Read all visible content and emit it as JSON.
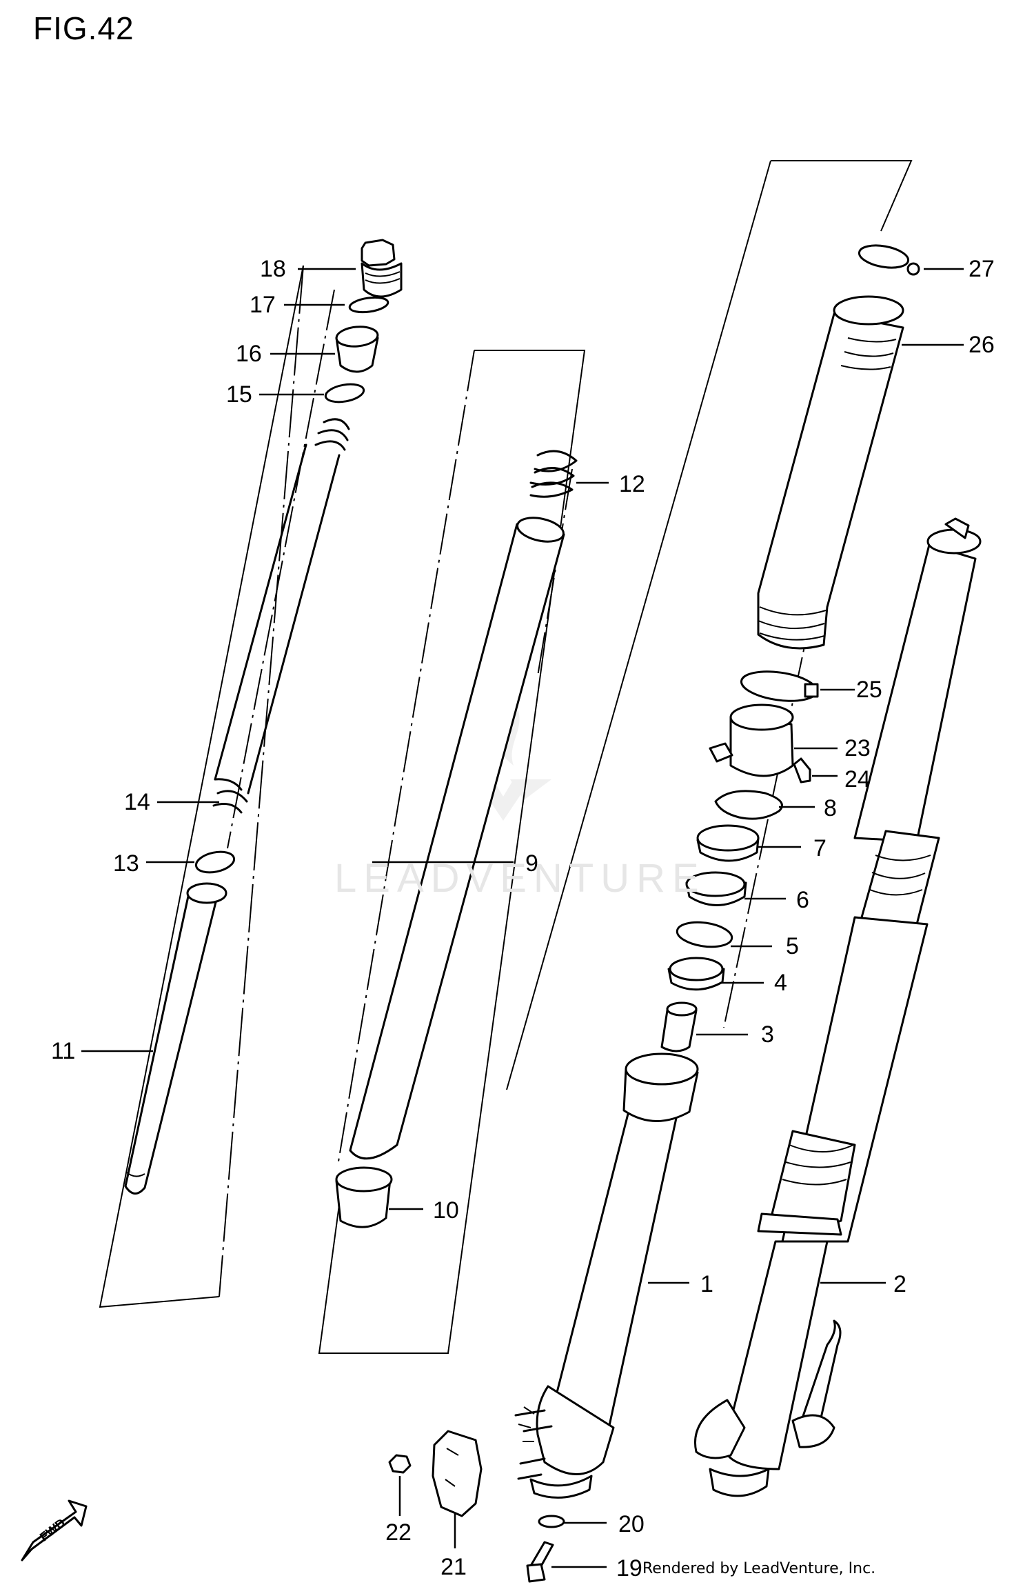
{
  "figure": {
    "title": "FIG.42",
    "footer": "Rendered by LeadVenture, Inc.",
    "watermark": "LEADVENTURE",
    "fwd_label": "FWD"
  },
  "callouts": {
    "p1": "1",
    "p2": "2",
    "p3": "3",
    "p4": "4",
    "p5": "5",
    "p6": "6",
    "p7": "7",
    "p8": "8",
    "p9": "9",
    "p10": "10",
    "p11": "11",
    "p12": "12",
    "p13": "13",
    "p14": "14",
    "p15": "15",
    "p16": "16",
    "p17": "17",
    "p18": "18",
    "p19": "19",
    "p20": "20",
    "p21": "21",
    "p22": "22",
    "p23": "23",
    "p24": "24",
    "p25": "25",
    "p26": "26",
    "p27": "27"
  }
}
